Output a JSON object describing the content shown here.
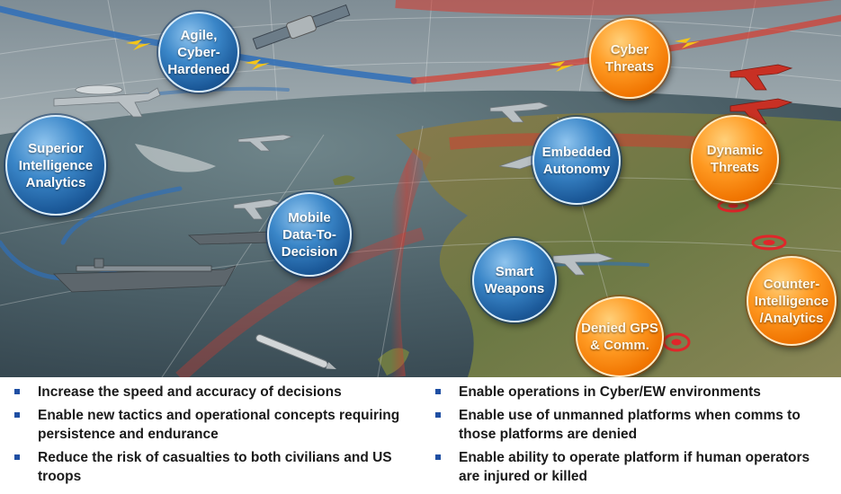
{
  "bubbles": {
    "agile": "Agile,\nCyber-\nHardened",
    "superior": "Superior\nIntelligence\nAnalytics",
    "mobile": "Mobile\nData-To-\nDecision",
    "embedded": "Embedded\nAutonomy",
    "smart": "Smart\nWeapons",
    "cyber": "Cyber\nThreats",
    "dynamic": "Dynamic\nThreats",
    "counter": "Counter-\nIntelligence\n/Analytics",
    "denied": "Denied GPS\n& Comm."
  },
  "bullets": {
    "left": [
      "Increase the speed and accuracy of decisions",
      "Enable new tactics and operational concepts requiring persistence and endurance",
      "Reduce the risk of casualties to both civilians and US troops"
    ],
    "right": [
      "Enable operations in Cyber/EW environments",
      "Enable use of unmanned platforms when comms to those platforms are denied",
      "Enable ability to operate platform if human operators are injured or killed"
    ]
  },
  "colors": {
    "friendly_blue": "#2f6fb8",
    "threat_orange": "#f28a10",
    "threat_red": "#d83a2e",
    "bullet_square": "#1f4fa3"
  }
}
